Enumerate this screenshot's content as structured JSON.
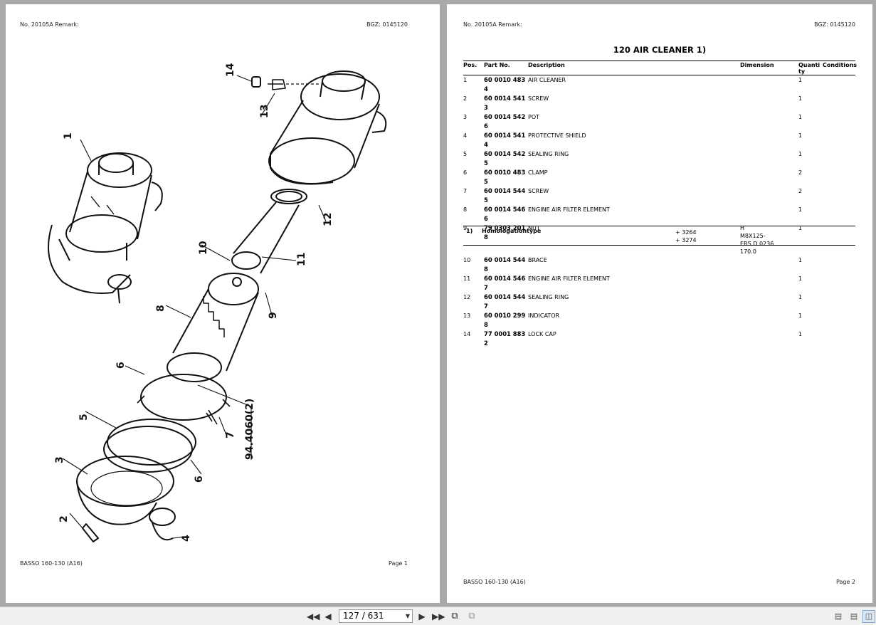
{
  "page1": {
    "header_left": "No. 20105A    Remark:",
    "header_right": "BGZ: 0145120",
    "footer_left": "BASSO 160-130 (A16)",
    "footer_right": "Page 1",
    "diagram_labels": {
      "l1": "1",
      "l2": "2",
      "l3": "3",
      "l4": "4",
      "l5": "5",
      "l6a": "6",
      "l6b": "6",
      "l7": "7",
      "l8": "8",
      "l9": "9",
      "l10": "10",
      "l11": "11",
      "l12": "12",
      "l13": "13",
      "l14": "14",
      "ref": "94.4060(2)"
    }
  },
  "page2": {
    "header_left": "No. 20105A    Remark:",
    "header_right": "BGZ: 0145120",
    "title": "120 AIR CLEANER  1)",
    "columns": {
      "pos": "Pos.",
      "part_no": "Part No.",
      "description": "Description",
      "dimension": "Dimension",
      "quantity_1": "Quanti",
      "quantity_2": "ty",
      "conditions": "Conditions"
    },
    "rows": [
      {
        "pos": "1",
        "part_no": "60 0010 483 4",
        "description": "AIR CLEANER",
        "dim1": "",
        "dim2": "",
        "dim3": "",
        "qty": "1"
      },
      {
        "pos": "2",
        "part_no": "60 0014 541 3",
        "description": "SCREW",
        "dim1": "",
        "dim2": "",
        "dim3": "",
        "qty": "1"
      },
      {
        "pos": "3",
        "part_no": "60 0014 542 6",
        "description": "POT",
        "dim1": "",
        "dim2": "",
        "dim3": "",
        "qty": "1"
      },
      {
        "pos": "4",
        "part_no": "60 0014 541 4",
        "description": "PROTECTIVE SHIELD",
        "dim1": "",
        "dim2": "",
        "dim3": "",
        "qty": "1"
      },
      {
        "pos": "5",
        "part_no": "60 0014 542 5",
        "description": "SEALING RING",
        "dim1": "",
        "dim2": "",
        "dim3": "",
        "qty": "1"
      },
      {
        "pos": "6",
        "part_no": "60 0010 483 5",
        "description": "CLAMP",
        "dim1": "",
        "dim2": "",
        "dim3": "",
        "qty": "2"
      },
      {
        "pos": "7",
        "part_no": "60 0014 544 5",
        "description": "SCREW",
        "dim1": "",
        "dim2": "",
        "dim3": "",
        "qty": "2"
      },
      {
        "pos": "8",
        "part_no": "60 0014 546 6",
        "description": "ENGINE AIR FILTER ELEMENT",
        "dim1": "",
        "dim2": "",
        "dim3": "",
        "qty": "1"
      },
      {
        "pos": "9",
        "part_no": "79 0303 201 8",
        "description": "NUT",
        "dim1": "H",
        "dim2": "M8X125-ERS.D.0236",
        "dim3": "170.0",
        "qty": "1"
      },
      {
        "pos": "10",
        "part_no": "60 0014 544 8",
        "description": "BRACE",
        "dim1": "",
        "dim2": "",
        "dim3": "",
        "qty": "1"
      },
      {
        "pos": "11",
        "part_no": "60 0014 546 7",
        "description": "ENGINE AIR FILTER ELEMENT",
        "dim1": "",
        "dim2": "",
        "dim3": "",
        "qty": "1"
      },
      {
        "pos": "12",
        "part_no": "60 0014 544 7",
        "description": "SEALING RING",
        "dim1": "",
        "dim2": "",
        "dim3": "",
        "qty": "1"
      },
      {
        "pos": "13",
        "part_no": "60 0010 299 8",
        "description": "INDICATOR",
        "dim1": "",
        "dim2": "",
        "dim3": "",
        "qty": "1"
      },
      {
        "pos": "14",
        "part_no": "77 0001 883 2",
        "description": "LOCK CAP",
        "dim1": "",
        "dim2": "",
        "dim3": "",
        "qty": "1"
      }
    ],
    "homologation": {
      "number": "1)",
      "label": "Homologationtype",
      "value1": "+ 3264",
      "value2": "+ 3274"
    },
    "footer_left": "BASSO 160-130 (A16)",
    "footer_right": "Page 2"
  },
  "toolbar": {
    "page_indicator": "127 / 631",
    "icons": {
      "first": "first-page-icon",
      "prev": "previous-page-icon",
      "next": "next-page-icon",
      "last": "last-page-icon",
      "goto_start": "go-back-view-icon",
      "goto_end": "go-forward-view-icon",
      "single": "single-page-view-icon",
      "continuous": "continuous-view-icon",
      "facing": "facing-pages-view-icon"
    }
  }
}
